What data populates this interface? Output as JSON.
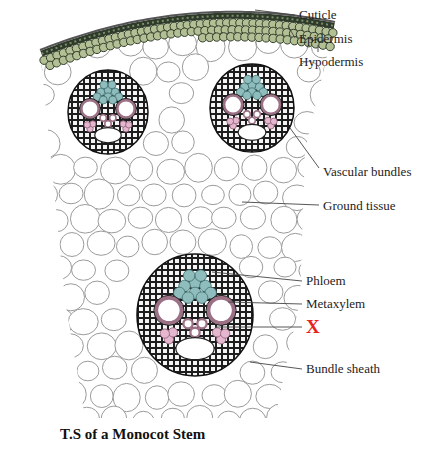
{
  "diagram": {
    "caption": "T.S of a Monocot Stem",
    "labels": [
      "Cuticle",
      "Epidermis",
      "Hypodermis",
      "Vascular bundles",
      "Ground tissue",
      "Phloem",
      "Metaxylem",
      "X",
      "Bundle sheath"
    ]
  }
}
